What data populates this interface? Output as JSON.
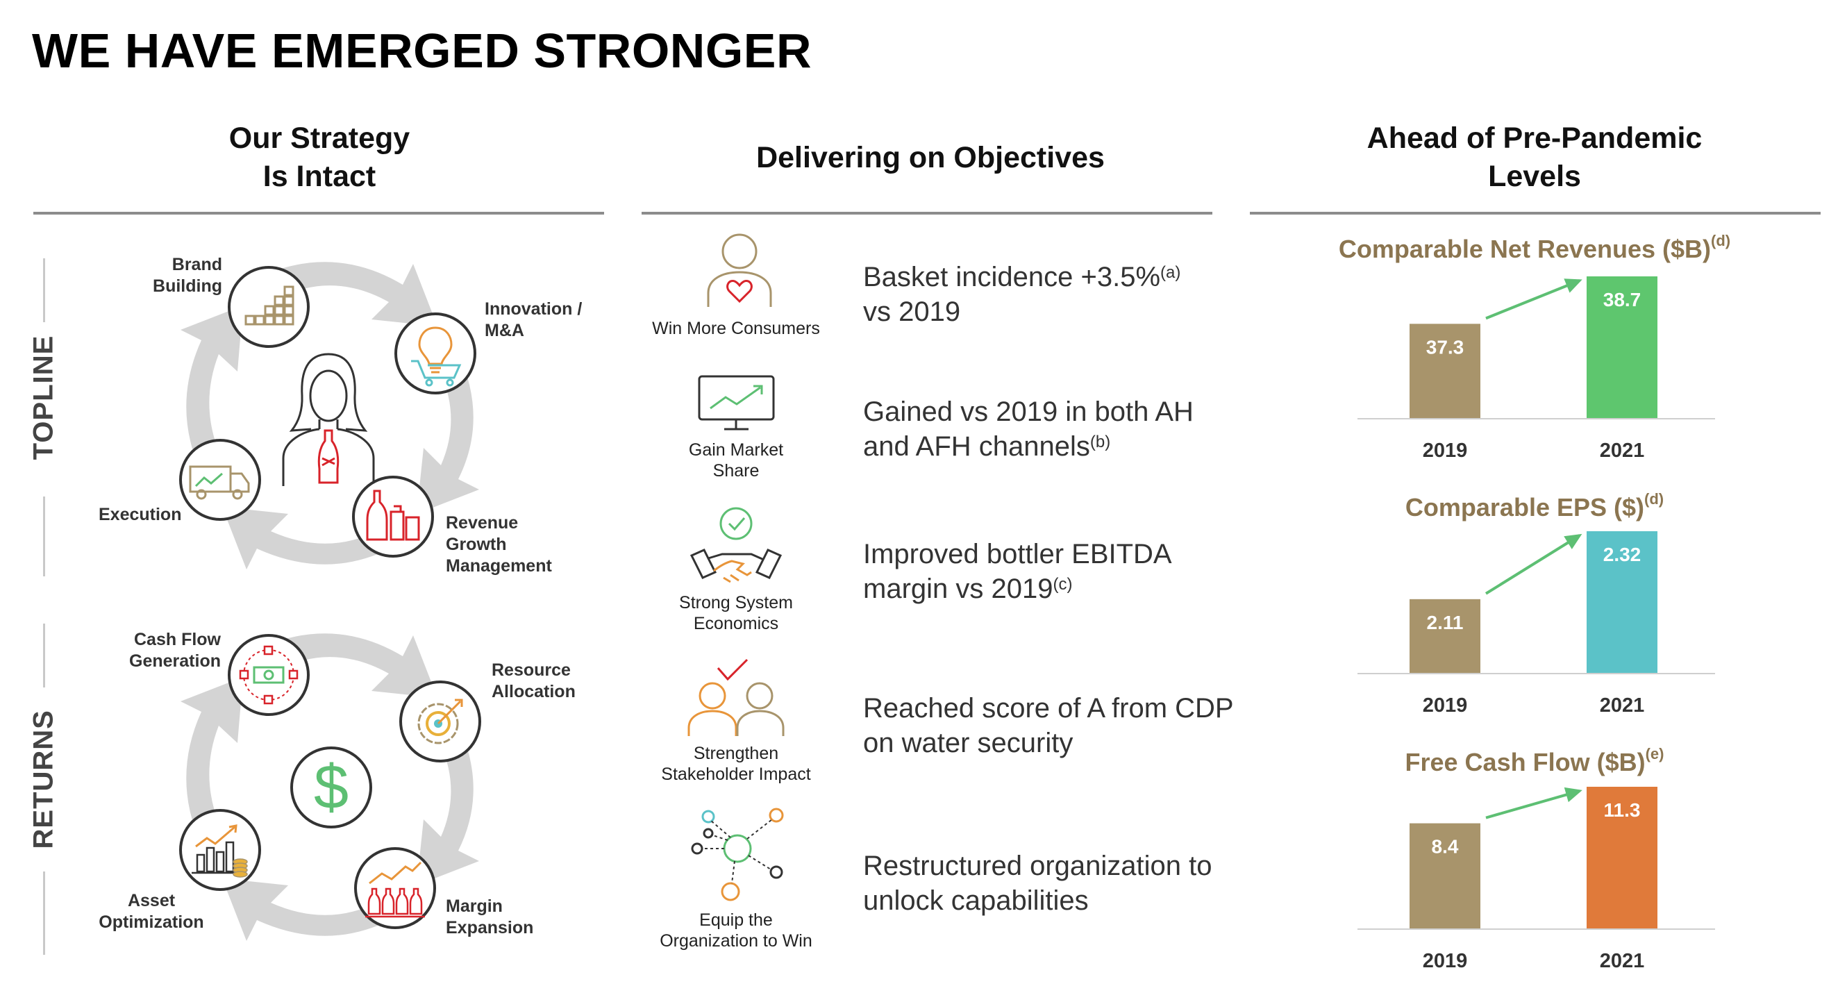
{
  "title": "WE HAVE EMERGED STRONGER",
  "columns": {
    "strategy": {
      "line1": "Our Strategy",
      "line2": "Is Intact"
    },
    "objectives": {
      "heading": "Delivering on Objectives"
    },
    "levels": {
      "line1": "Ahead of Pre-Pandemic",
      "line2": "Levels"
    }
  },
  "side_labels": {
    "topline": "TOPLINE",
    "returns": "RETURNS"
  },
  "topline_cycle": {
    "brand_1": "Brand",
    "brand_2": "Building",
    "innov_1": "Innovation /",
    "innov_2": "M&A",
    "rgm_1": "Revenue",
    "rgm_2": "Growth",
    "rgm_3": "Management",
    "execution": "Execution"
  },
  "returns_cycle": {
    "cash_1": "Cash Flow",
    "cash_2": "Generation",
    "res_1": "Resource",
    "res_2": "Allocation",
    "margin_1": "Margin",
    "margin_2": "Expansion",
    "asset_1": "Asset",
    "asset_2": "Optimization",
    "dollar": "$"
  },
  "objectives": [
    {
      "cap1": "Win More Consumers",
      "cap2": "",
      "line1": "Basket incidence +3.5%",
      "sup1": "(a)",
      "line2": "vs 2019",
      "sup2": ""
    },
    {
      "cap1": "Gain Market",
      "cap2": "Share",
      "line1": "Gained vs 2019 in both AH",
      "sup1": "",
      "line2": "and AFH channels",
      "sup2": "(b)"
    },
    {
      "cap1": "Strong System",
      "cap2": "Economics",
      "line1": "Improved bottler EBITDA",
      "sup1": "",
      "line2": "margin vs 2019",
      "sup2": "(c)"
    },
    {
      "cap1": "Strengthen",
      "cap2": "Stakeholder Impact",
      "line1": "Reached score of A from CDP",
      "sup1": "",
      "line2": "on water security",
      "sup2": ""
    },
    {
      "cap1": "Equip the",
      "cap2": "Organization to Win",
      "line1": "Restructured organization to",
      "sup1": "",
      "line2": "unlock capabilities",
      "sup2": ""
    }
  ],
  "colors": {
    "base_bar": "#a8946b",
    "title_gold": "#8b7550",
    "arrow_green": "#5dbf73",
    "revenue_bar": "#5ec66e",
    "eps_bar": "#5bc2c8",
    "fcf_bar": "#e07a3a",
    "icon_orange": "#e8953a",
    "icon_red": "#d8232a"
  },
  "chart_data": [
    {
      "type": "bar",
      "title": "Comparable Net Revenues ($B)",
      "title_sup": "(d)",
      "categories": [
        "2019",
        "2021"
      ],
      "values": [
        37.3,
        38.7
      ],
      "labels": [
        "37.3",
        "38.7"
      ],
      "ylim": [
        34.5,
        38.7
      ],
      "colors": [
        "#a8946b",
        "#5ec66e"
      ]
    },
    {
      "type": "bar",
      "title": "Comparable EPS ($)",
      "title_sup": "(d)",
      "categories": [
        "2019",
        "2021"
      ],
      "values": [
        2.11,
        2.32
      ],
      "labels": [
        "2.11",
        "2.32"
      ],
      "ylim": [
        1.88,
        2.32
      ],
      "colors": [
        "#a8946b",
        "#5bc2c8"
      ]
    },
    {
      "type": "bar",
      "title": "Free Cash Flow ($B)",
      "title_sup": "(e)",
      "categories": [
        "2019",
        "2021"
      ],
      "values": [
        8.4,
        11.3
      ],
      "labels": [
        "8.4",
        "11.3"
      ],
      "ylim": [
        0,
        11.3
      ],
      "colors": [
        "#a8946b",
        "#e07a3a"
      ]
    }
  ]
}
